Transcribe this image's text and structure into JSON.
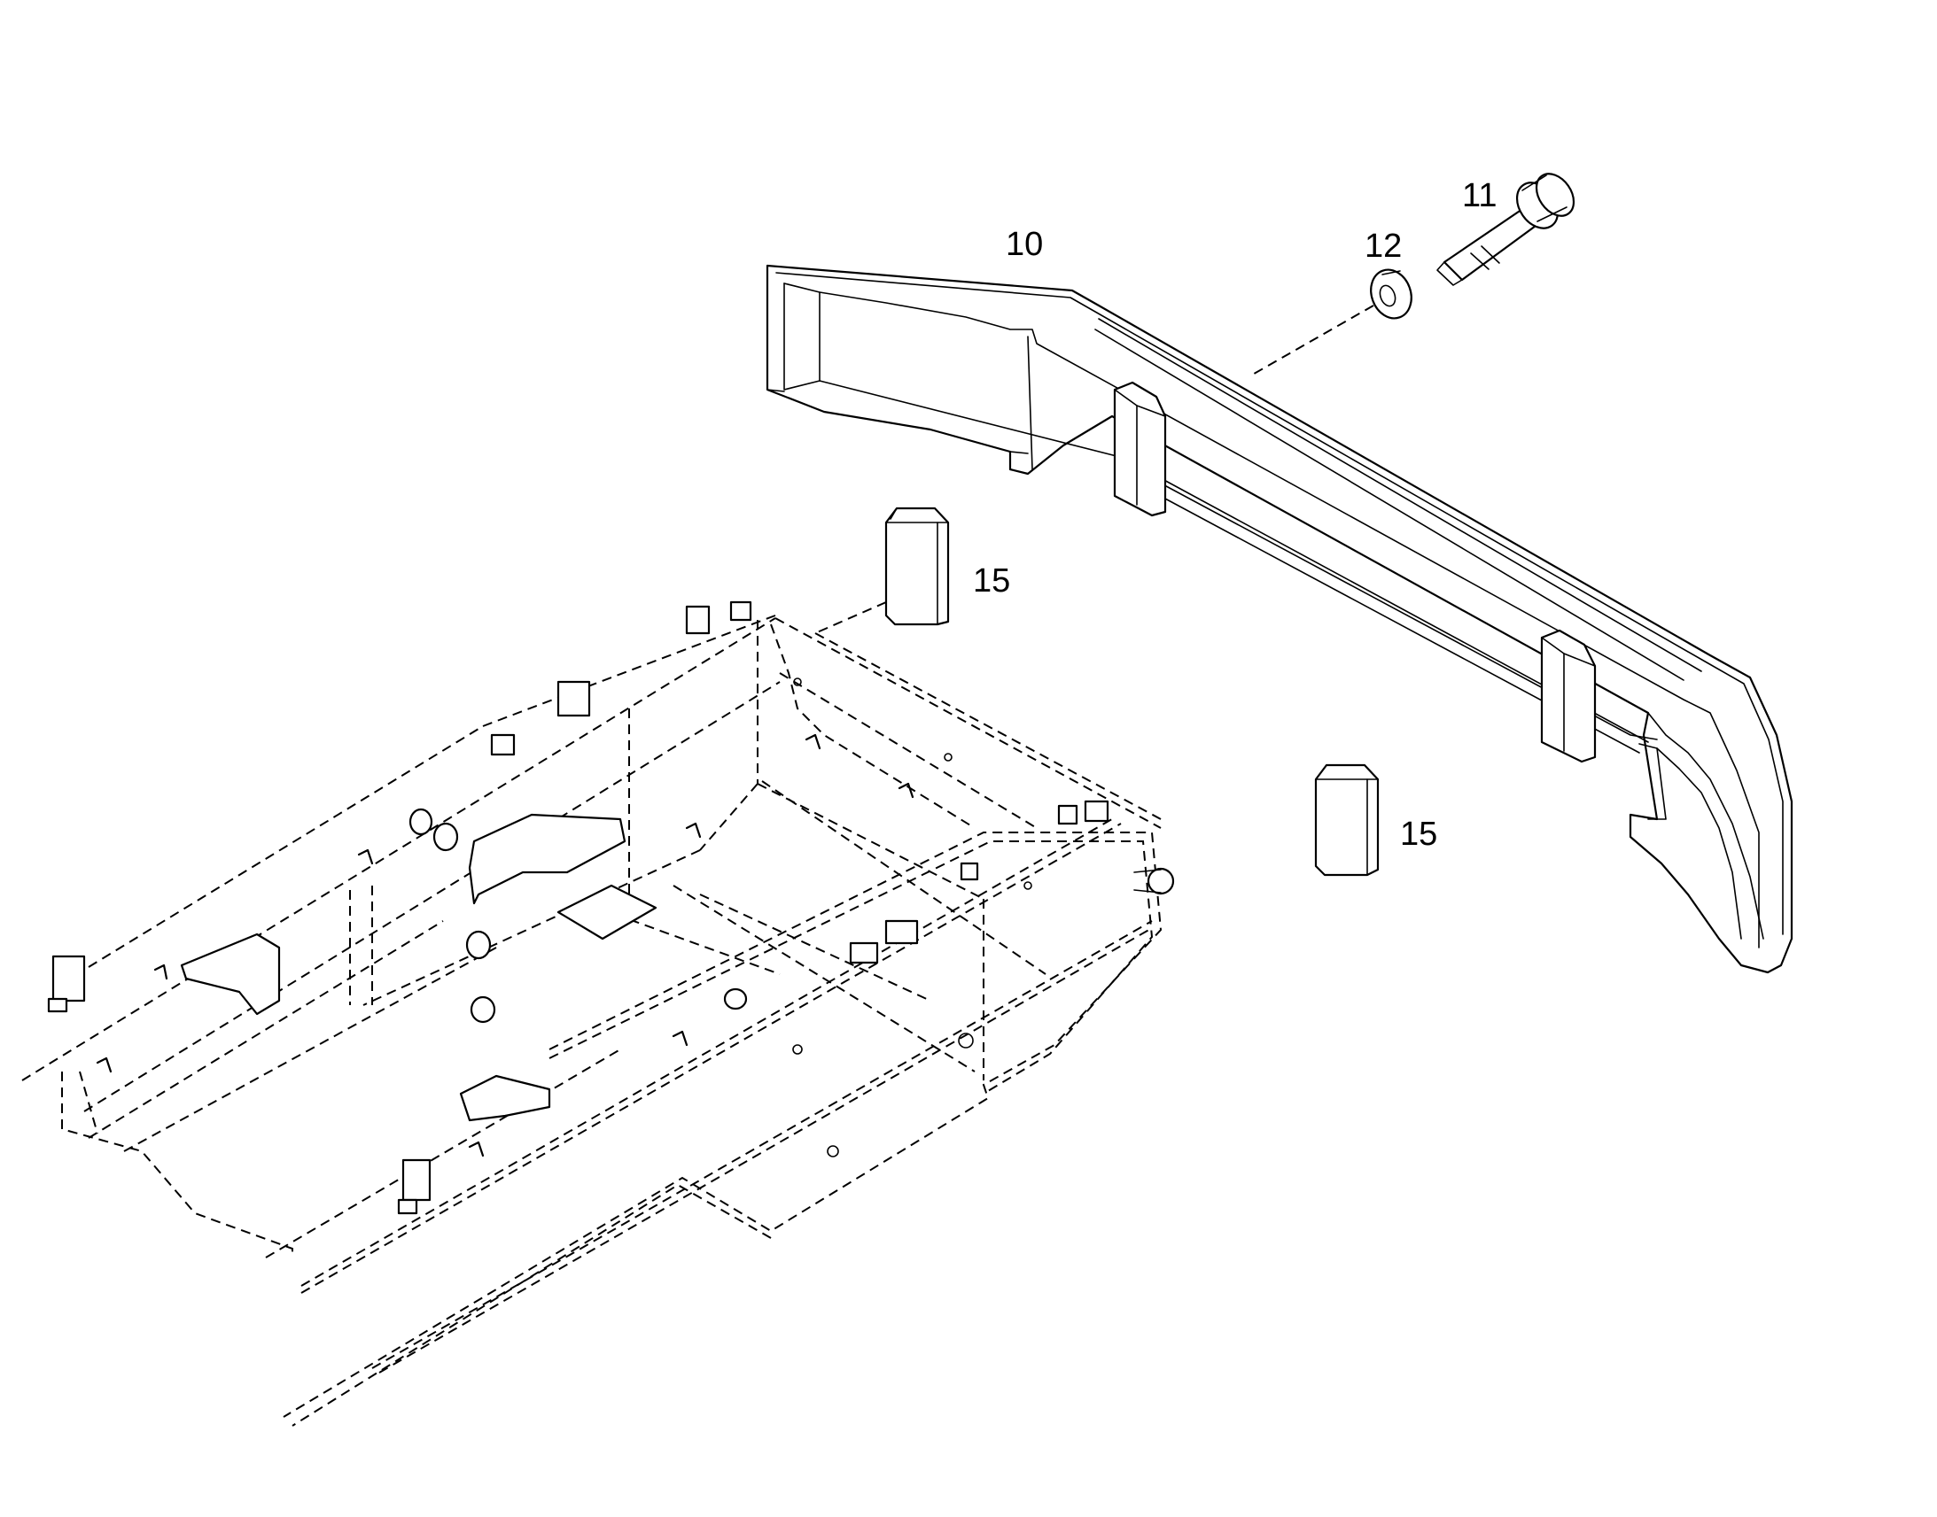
{
  "diagram": {
    "callouts": {
      "bumper": "10",
      "bolt": "11",
      "washer": "12",
      "pad_upper": "15",
      "pad_lower": "15"
    },
    "colors": {
      "line": "#000000",
      "background": "#ffffff"
    }
  }
}
